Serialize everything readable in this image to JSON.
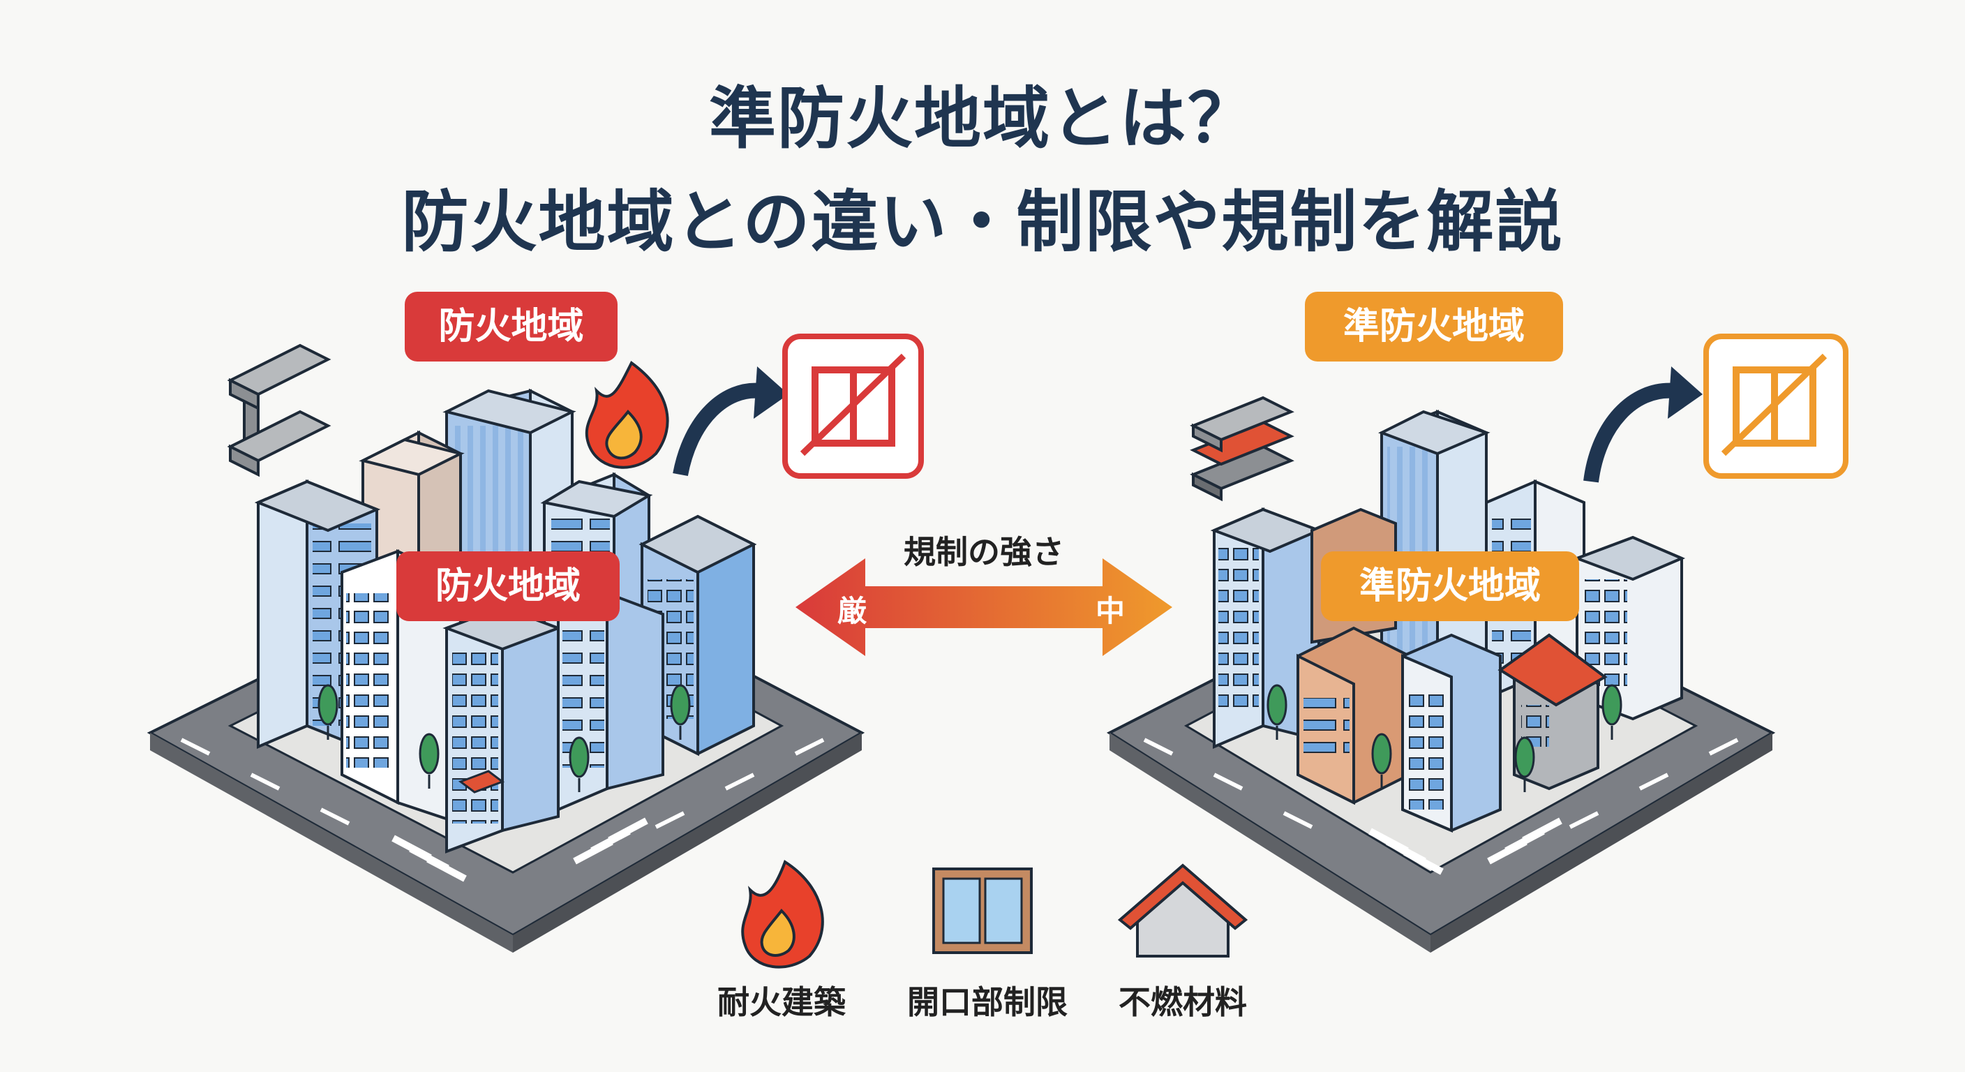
{
  "title": {
    "line1": "準防火地域とは？",
    "line2": "防火地域との違い・制限や規制を解説"
  },
  "left_district": {
    "top_label": "防火地域",
    "center_label": "防火地域",
    "color": "#d93a3a"
  },
  "right_district": {
    "top_label": "準防火地域",
    "center_label": "準防火地域",
    "color": "#ef9a2c"
  },
  "regulation_scale": {
    "caption": "規制の強さ",
    "strict": "厳",
    "medium": "中"
  },
  "legend": [
    {
      "icon": "fire-icon",
      "label": "耐火建築"
    },
    {
      "icon": "window-icon",
      "label": "開口部制限"
    },
    {
      "icon": "house-roof-icon",
      "label": "不燃材料"
    }
  ]
}
